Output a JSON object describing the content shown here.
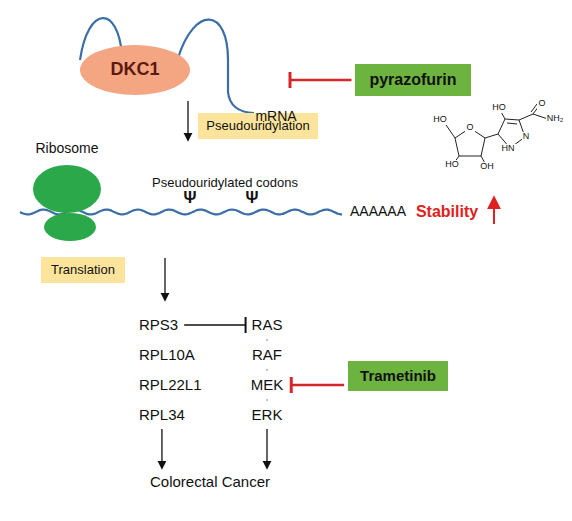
{
  "diagram": {
    "nodes": [
      {
        "text": [
          "DKC1"
        ]
      },
      {
        "text": [
          "pyrazofurin"
        ]
      },
      {
        "text": [
          "Pseudouridylation"
        ]
      },
      {
        "text": [
          "Ribosome"
        ]
      },
      {
        "text": [
          "Translation"
        ]
      },
      {
        "text": [
          "RPS3"
        ]
      },
      {
        "text": [
          "RPL10A"
        ]
      },
      {
        "text": [
          "RPL22L1"
        ]
      },
      {
        "text": [
          "RPL34"
        ]
      },
      {
        "text": [
          "RAS"
        ]
      },
      {
        "text": [
          "RAF"
        ]
      },
      {
        "text": [
          "MEK"
        ]
      },
      {
        "text": [
          "ERK"
        ]
      },
      {
        "text": [
          "Trametinib"
        ]
      },
      {
        "text": [
          "Colorectal Cancer"
        ]
      }
    ],
    "edges": [
      {
        "from": 1,
        "to": 0,
        "arrow": "to"
      },
      {
        "from": 5,
        "to": 9,
        "arrow": "to"
      },
      {
        "from": 9,
        "to": 10,
        "arrow": "none"
      },
      {
        "from": 10,
        "to": 11,
        "arrow": "none"
      },
      {
        "from": 11,
        "to": 12,
        "arrow": "none"
      },
      {
        "from": 13,
        "to": 11,
        "arrow": "to"
      },
      {
        "from": 8,
        "to": 14,
        "arrow": "to"
      },
      {
        "from": 12,
        "to": 14,
        "arrow": "to"
      }
    ],
    "labels": [
      "mRNA",
      "Pseudouridylated codons",
      "Ψ",
      "Ψ",
      "AAAAAA",
      "Stability",
      "HO",
      "O",
      "HO",
      "OH",
      "HO",
      "O",
      "NH₂",
      "HN",
      "N"
    ]
  }
}
